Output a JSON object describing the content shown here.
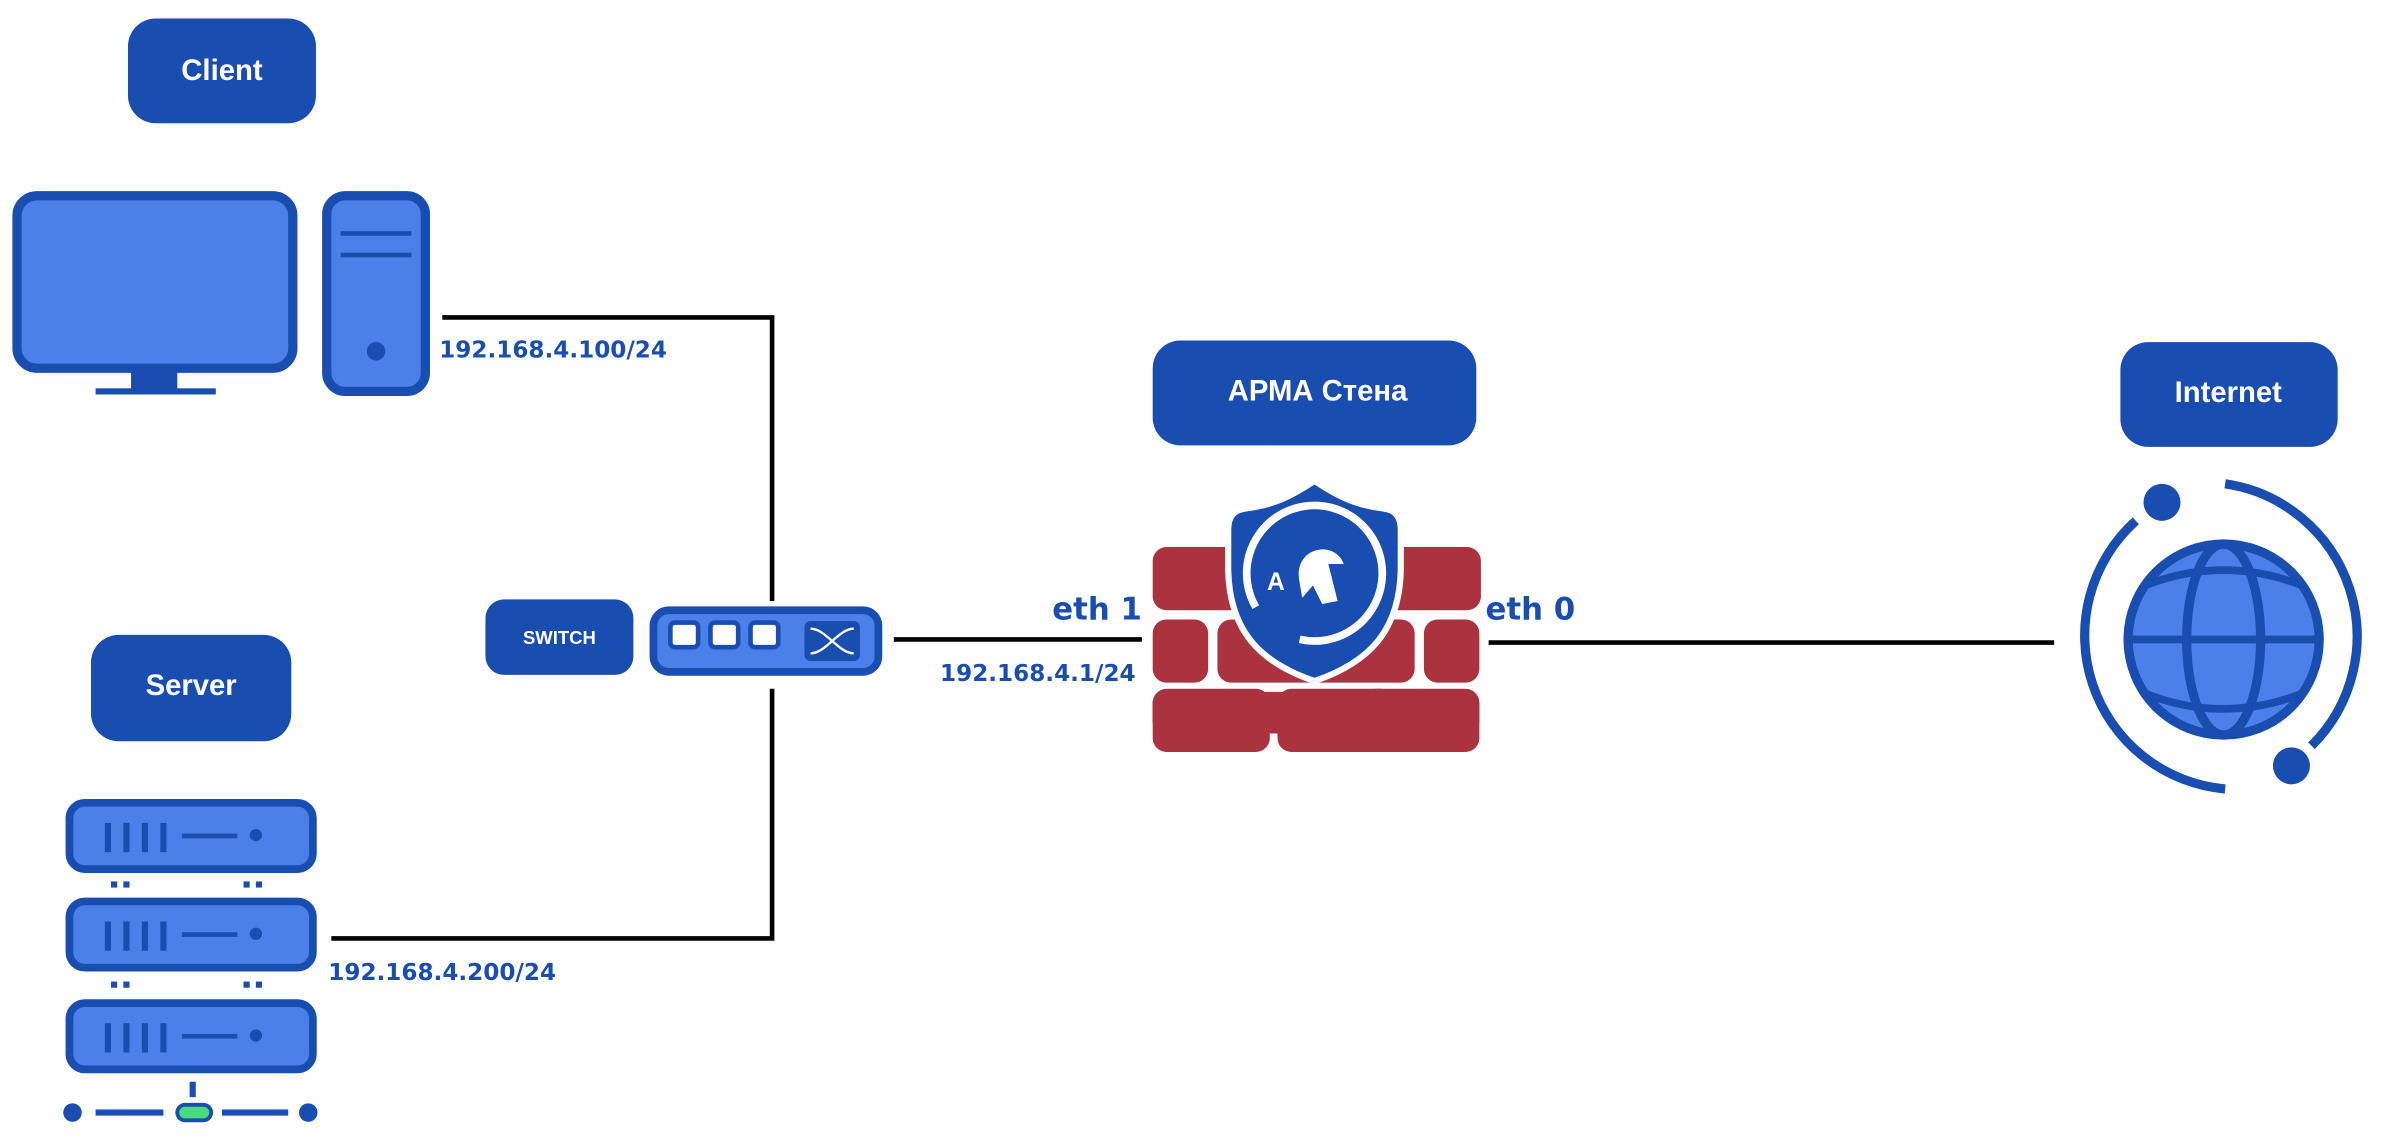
{
  "nodes": {
    "client": {
      "label": "Client",
      "ip": "192.168.4.100/24"
    },
    "server": {
      "label": "Server",
      "ip": "192.168.4.200/24"
    },
    "switch": {
      "label": "SWITCH"
    },
    "firewall": {
      "label": "АРМА Стена",
      "lan_interface": "eth 1",
      "lan_ip": "192.168.4.1/24",
      "wan_interface": "eth 0"
    },
    "internet": {
      "label": "Internet"
    }
  },
  "colors": {
    "label_bg": "#1a4db0",
    "device_fill": "#4b80e8",
    "device_stroke": "#1a4db0",
    "brick": "#ab3340",
    "led": "#4cd97b",
    "wire": "#000000"
  },
  "icons": [
    "monitor-icon",
    "pc-tower-icon",
    "server-rack-icon",
    "network-switch-icon",
    "firewall-brick-icon",
    "shield-logo-icon",
    "globe-icon"
  ]
}
